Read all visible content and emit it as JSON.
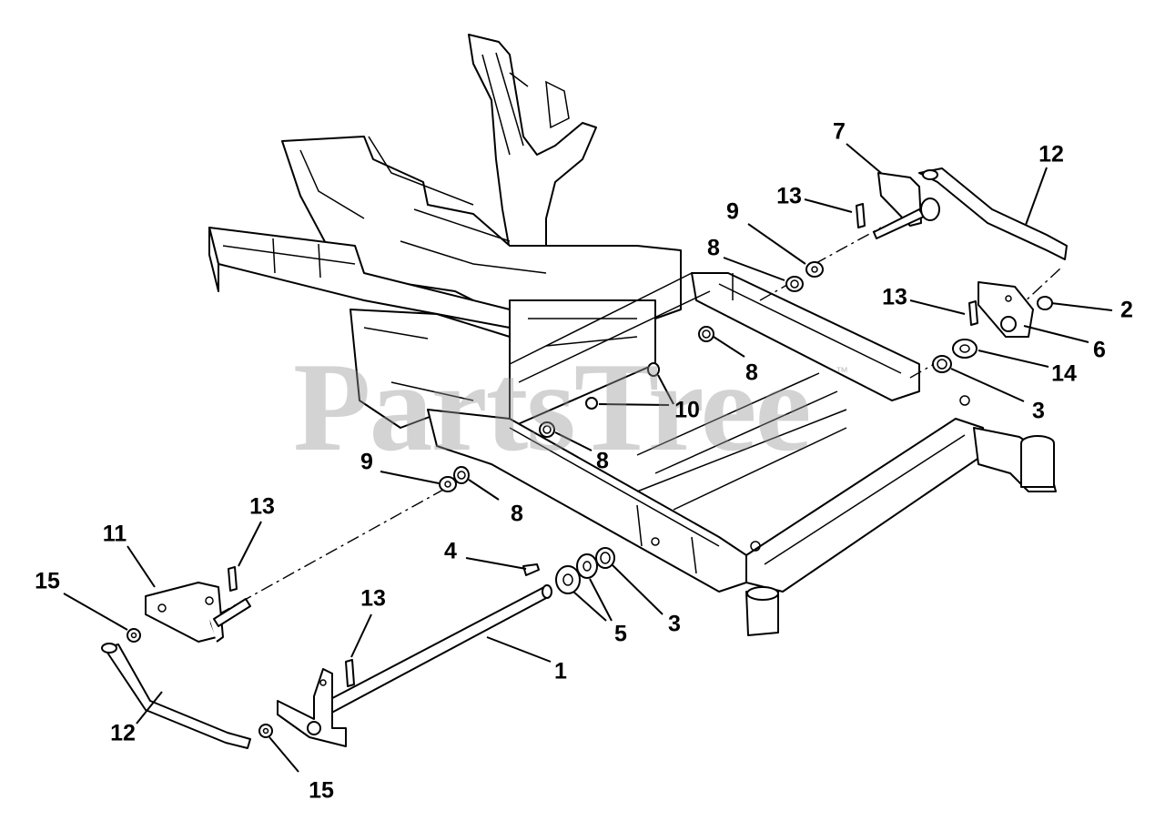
{
  "watermark": {
    "text": "PartsTree",
    "trademark": "™"
  },
  "callouts": {
    "c1": "1",
    "c2": "2",
    "c3_upper": "3",
    "c3_lower": "3",
    "c4": "4",
    "c5": "5",
    "c6": "6",
    "c7": "7",
    "c8_a": "8",
    "c8_b": "8",
    "c8_c": "8",
    "c8_d": "8",
    "c9_upper": "9",
    "c9_lower": "9",
    "c10": "10",
    "c11": "11",
    "c12_upper": "12",
    "c12_lower": "12",
    "c13_a": "13",
    "c13_b": "13",
    "c13_c": "13",
    "c13_d": "13",
    "c14": "14",
    "c15_left": "15",
    "c15_bottom": "15"
  },
  "colors": {
    "line": "#000000",
    "background": "#ffffff",
    "watermark": "#969696"
  }
}
